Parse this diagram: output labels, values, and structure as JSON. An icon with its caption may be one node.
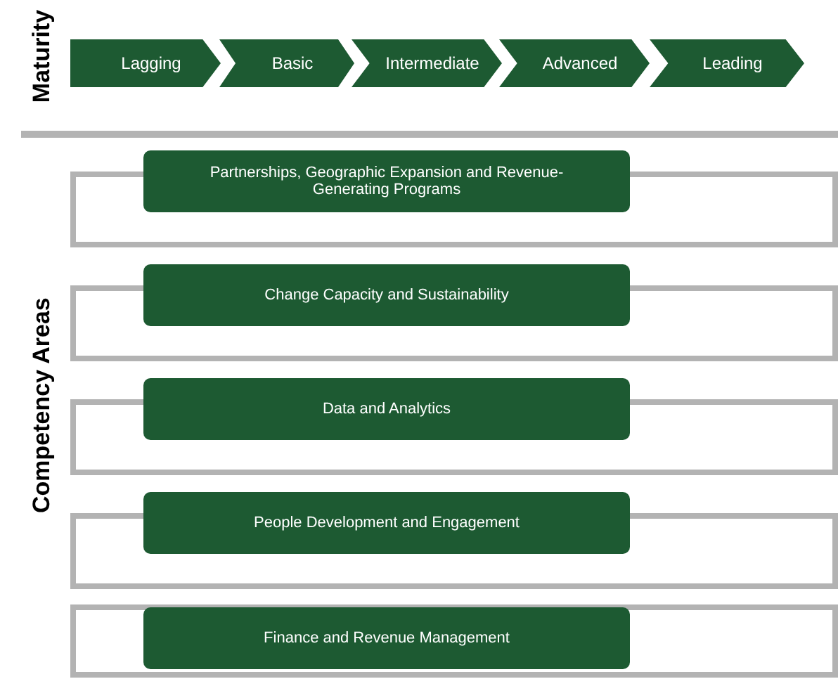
{
  "diagram": {
    "nodes": [
      {
        "text": [
          "Lagging"
        ]
      },
      {
        "text": [
          "Basic"
        ]
      },
      {
        "text": [
          "Intermediate"
        ]
      },
      {
        "text": [
          "Advanced"
        ]
      },
      {
        "text": [
          "Leading"
        ]
      },
      {
        "text": [
          "Partnerships, Geographic Expansion and Revenue-Generating Programs"
        ]
      },
      {
        "text": [
          "Change Capacity and Sustainability"
        ]
      },
      {
        "text": [
          "Data and Analytics"
        ]
      },
      {
        "text": [
          "People Development and Engagement"
        ]
      },
      {
        "text": [
          "Finance and Revenue Management"
        ]
      }
    ],
    "edges": [],
    "labels": [
      "Maturity",
      "Competency Areas"
    ]
  }
}
